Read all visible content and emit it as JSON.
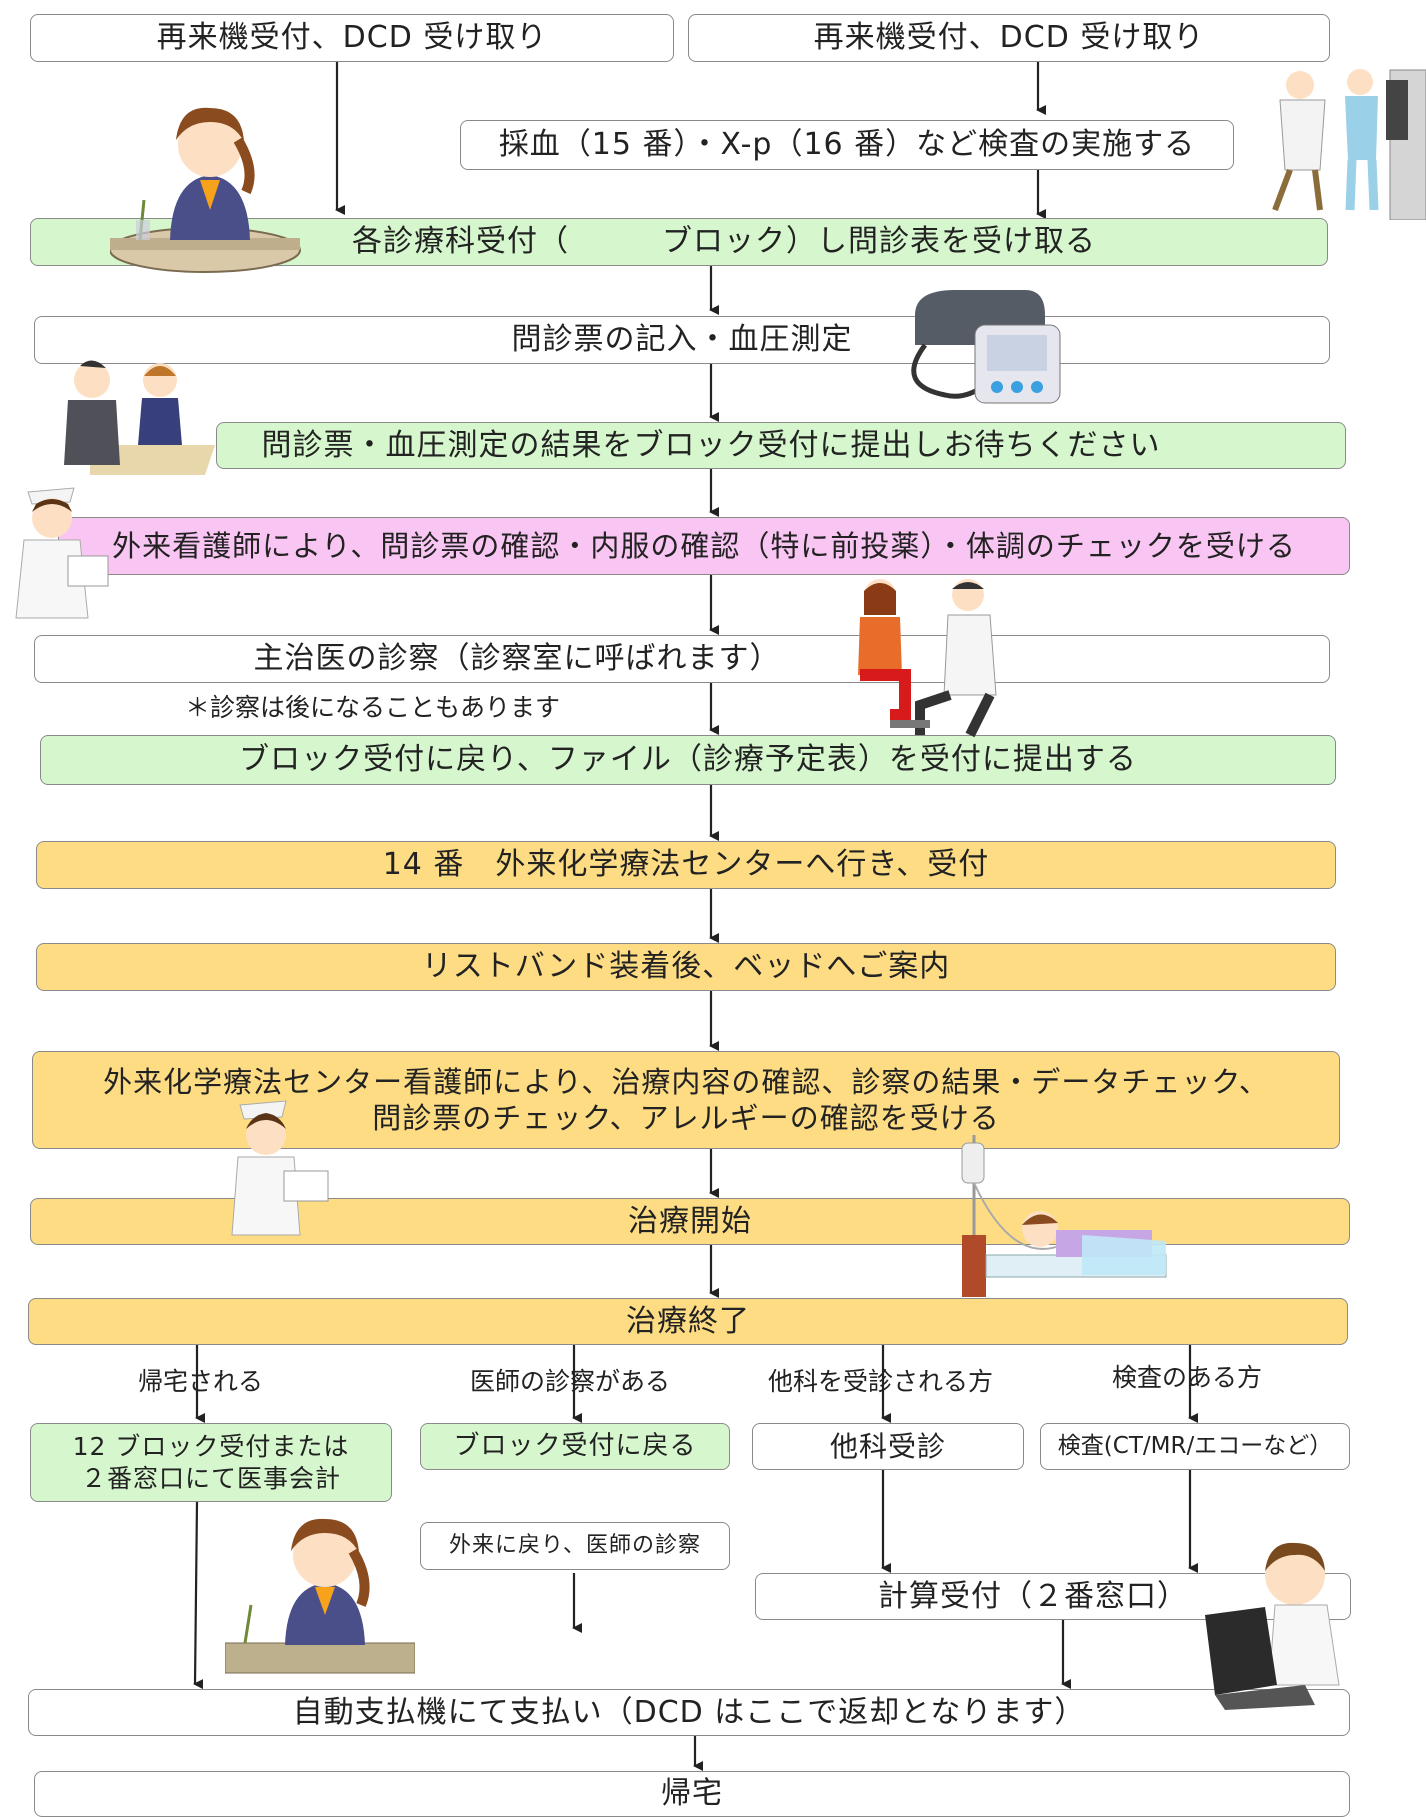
{
  "steps": {
    "reception_left": "再来機受付、DCD 受け取り",
    "reception_right": "再来機受付、DCD 受け取り",
    "tests": "採血（15 番）・X-p（16 番）など検査の実施する",
    "dept_reception": "各診療科受付（　　　ブロック）し問診表を受け取る",
    "questionnaire": "問診票の記入・血圧測定",
    "submit_block": "問診票・血圧測定の結果をブロック受付に提出しお待ちください",
    "nurse_check": "外来看護師により、問診票の確認・内服の確認（特に前投薬）・体調のチェックを受ける",
    "doctor_exam": "主治医の診察（診察室に呼ばれます）",
    "exam_note": "＊診察は後になることもあります",
    "return_block": "ブロック受付に戻り、ファイル（診療予定表）を受付に提出する",
    "chemo_center": "14 番　外来化学療法センターへ行き、受付",
    "wristband": "リストバンド装着後、ベッドへご案内",
    "center_nurse_line1": "外来化学療法センター看護師により、治療内容の確認、診察の結果・データチェック、",
    "center_nurse_line2": "問診票のチェック、アレルギーの確認を受ける",
    "treatment_start": "治療開始",
    "treatment_end": "治療終了"
  },
  "branches": {
    "go_home_label": "帰宅される",
    "doctor_label": "医師の診察がある",
    "other_dept_label": "他科を受診される方",
    "exam_label": "検査のある方",
    "accounting_line1": "12 ブロック受付または",
    "accounting_line2": "２番窓口にて医事会計",
    "back_block": "ブロック受付に戻る",
    "back_outpatient": "外来に戻り、医師の診察",
    "other_dept": "他科受診",
    "exam_box": "検査(CT/MR/エコーなど）",
    "calc_reception": "計算受付（２番窓口）",
    "auto_pay": "自動支払機にて支払い（DCD はここで返却となります）",
    "home": "帰宅"
  },
  "colors": {
    "green": "#d6f7cd",
    "pink": "#f9c6f4",
    "yellow": "#fddc84",
    "border": "#8a8a8a"
  }
}
